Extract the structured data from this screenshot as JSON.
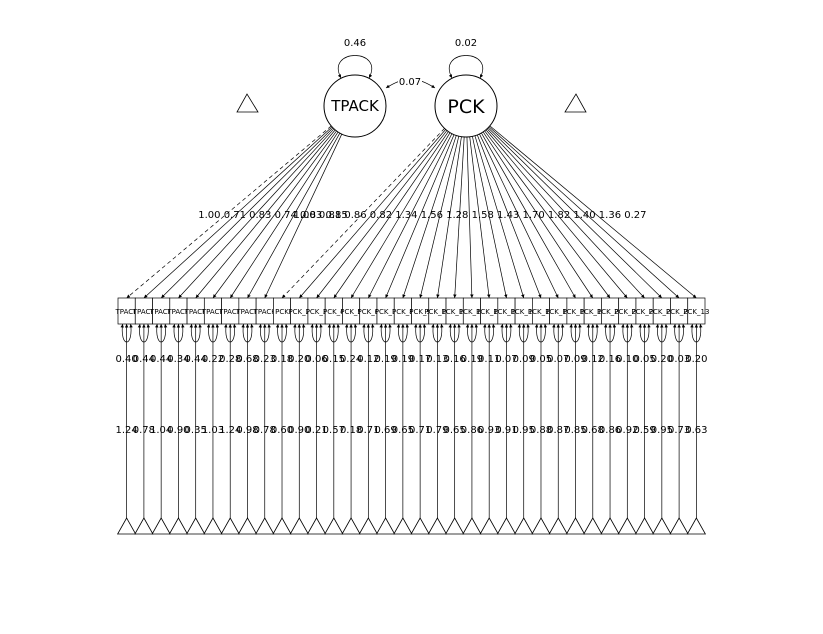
{
  "latent": [
    {
      "name": "TPACK",
      "variance_label": "0.46"
    },
    {
      "name": "PCK",
      "variance_label": "0.02"
    }
  ],
  "covariance_label": "0.07",
  "indicators": [
    {
      "label": "TPACK",
      "residual": "0.40",
      "intercept": "1.24",
      "factor": 0
    },
    {
      "label": "TPACK",
      "residual": "0.44",
      "intercept": "0.78",
      "factor": 0
    },
    {
      "label": "TPACK",
      "residual": "0.44",
      "intercept": "1.04",
      "factor": 0
    },
    {
      "label": "TPACK",
      "residual": "0.34",
      "intercept": "0.90",
      "factor": 0
    },
    {
      "label": "TPACK",
      "residual": "0.44",
      "intercept": "0.35",
      "factor": 0
    },
    {
      "label": "TPACK",
      "residual": "0.22",
      "intercept": "1.03",
      "factor": 0
    },
    {
      "label": "TPACK",
      "residual": "0.28",
      "intercept": "1.24",
      "factor": 0
    },
    {
      "label": "TPACK",
      "residual": "0.68",
      "intercept": "0.98",
      "factor": 0
    },
    {
      "label": "TPACK",
      "residual": "0.23",
      "intercept": "0.78",
      "factor": 0
    },
    {
      "label": "PCK",
      "residual": "0.18",
      "intercept": "0.60",
      "factor": 1
    },
    {
      "label": "PCK_2",
      "residual": "0.20",
      "intercept": "0.90",
      "factor": 1
    },
    {
      "label": "PCK_3",
      "residual": "0.06",
      "intercept": "0.21",
      "factor": 1
    },
    {
      "label": "PCK_4",
      "residual": "0.15",
      "intercept": "0.57",
      "factor": 1
    },
    {
      "label": "PCK_5",
      "residual": "0.24",
      "intercept": "0.18",
      "factor": 1
    },
    {
      "label": "PCK_6",
      "residual": "0.12",
      "intercept": "0.71",
      "factor": 1
    },
    {
      "label": "PCK_7",
      "residual": "0.19",
      "intercept": "0.69",
      "factor": 1
    },
    {
      "label": "PCK_8",
      "residual": "0.19",
      "intercept": "0.65",
      "factor": 1
    },
    {
      "label": "PCK_9",
      "residual": "0.17",
      "intercept": "0.71",
      "factor": 1
    },
    {
      "label": "PCK_10",
      "residual": "0.13",
      "intercept": "0.79",
      "factor": 1
    },
    {
      "label": "PCK_11",
      "residual": "0.16",
      "intercept": "0.65",
      "factor": 1
    },
    {
      "label": "PCK_12",
      "residual": "0.19",
      "intercept": "0.86",
      "factor": 1
    },
    {
      "label": "PCK_13",
      "residual": "0.11",
      "intercept": "0.93",
      "factor": 1
    },
    {
      "label": "PCK_14",
      "residual": "0.07",
      "intercept": "0.91",
      "factor": 1
    },
    {
      "label": "PCK_15",
      "residual": "0.09",
      "intercept": "0.95",
      "factor": 1
    },
    {
      "label": "PCK_16",
      "residual": "0.05",
      "intercept": "0.88",
      "factor": 1
    },
    {
      "label": "PCK_17",
      "residual": "0.07",
      "intercept": "0.87",
      "factor": 1
    },
    {
      "label": "PCK_18",
      "residual": "0.09",
      "intercept": "0.85",
      "factor": 1
    },
    {
      "label": "PCK_19",
      "residual": "0.12",
      "intercept": "0.68",
      "factor": 1
    },
    {
      "label": "PCK_20",
      "residual": "0.16",
      "intercept": "0.86",
      "factor": 1
    },
    {
      "label": "PCK_21",
      "residual": "0.10",
      "intercept": "0.92",
      "factor": 1
    },
    {
      "label": "PCK_22",
      "residual": "0.05",
      "intercept": "0.59",
      "factor": 1
    },
    {
      "label": "PCK_23",
      "residual": "0.20",
      "intercept": "0.95",
      "factor": 1
    },
    {
      "label": "PCK_24",
      "residual": "0.03",
      "intercept": "0.73",
      "factor": 1
    },
    {
      "label": "PCK_13",
      "residual": "0.20",
      "intercept": "0.63",
      "factor": 1
    },
    {
      "label": "",
      "residual": "0.20",
      "intercept": "",
      "factor": 1
    }
  ],
  "loading_labels": {
    "tpack": "1.00 0.71 0.83 0.74 0.83 0.85",
    "pck": "1.00 0.81 0.86 0.82 1.34 1.56 1.28 1.58 1.43 1.70 1.82 1.40 1.36 0.27"
  }
}
